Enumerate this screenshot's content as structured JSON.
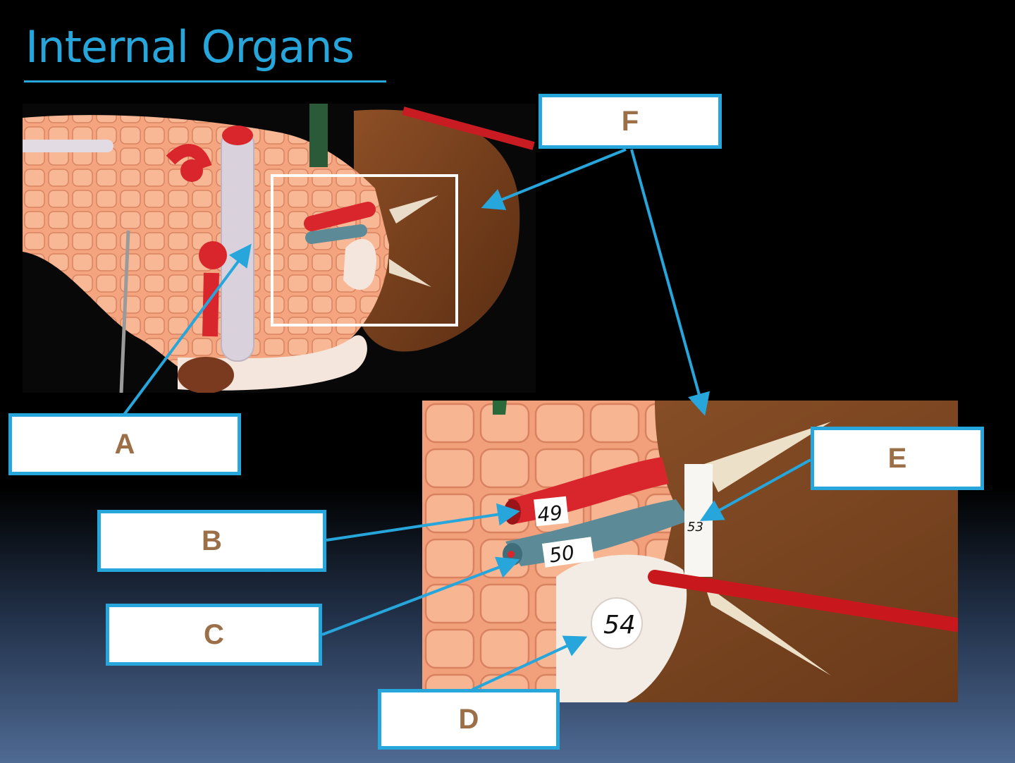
{
  "title": "Internal Organs",
  "labels": {
    "a": "A",
    "b": "B",
    "c": "C",
    "d": "D",
    "e": "E",
    "f": "F"
  },
  "model_tags": {
    "t49": "49",
    "t50": "50",
    "t54": "54",
    "t53": "53"
  },
  "colors": {
    "accent": "#27a6dc",
    "label_text": "#9b7048",
    "background_top": "#000000",
    "background_bottom": "#4f6a93"
  }
}
